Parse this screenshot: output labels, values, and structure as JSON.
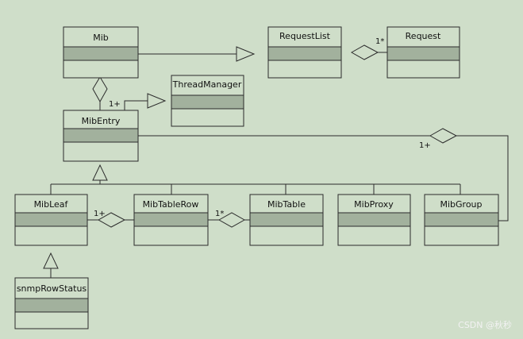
{
  "classes": {
    "mib": "Mib",
    "request_list": "RequestList",
    "request": "Request",
    "thread_manager": "ThreadManager",
    "mib_entry": "MibEntry",
    "mib_leaf": "MibLeaf",
    "mib_table_row": "MibTableRow",
    "mib_table": "MibTable",
    "mib_proxy": "MibProxy",
    "mib_group": "MibGroup",
    "snmp_row_status": "snmpRowStatus"
  },
  "multiplicities": {
    "requestlist_request": "1*",
    "mib_mibentry": "1+",
    "mibgroup_mibentry": "1+",
    "mibleaf_tablerow": "1+",
    "tablerow_table": "1*"
  },
  "watermark": "CSDN @秋秒",
  "colors": {
    "background": "#cfdec9",
    "box_fill": "#cfdec9",
    "attribute_fill": "#a2b19d",
    "line": "#2b2b2b"
  }
}
